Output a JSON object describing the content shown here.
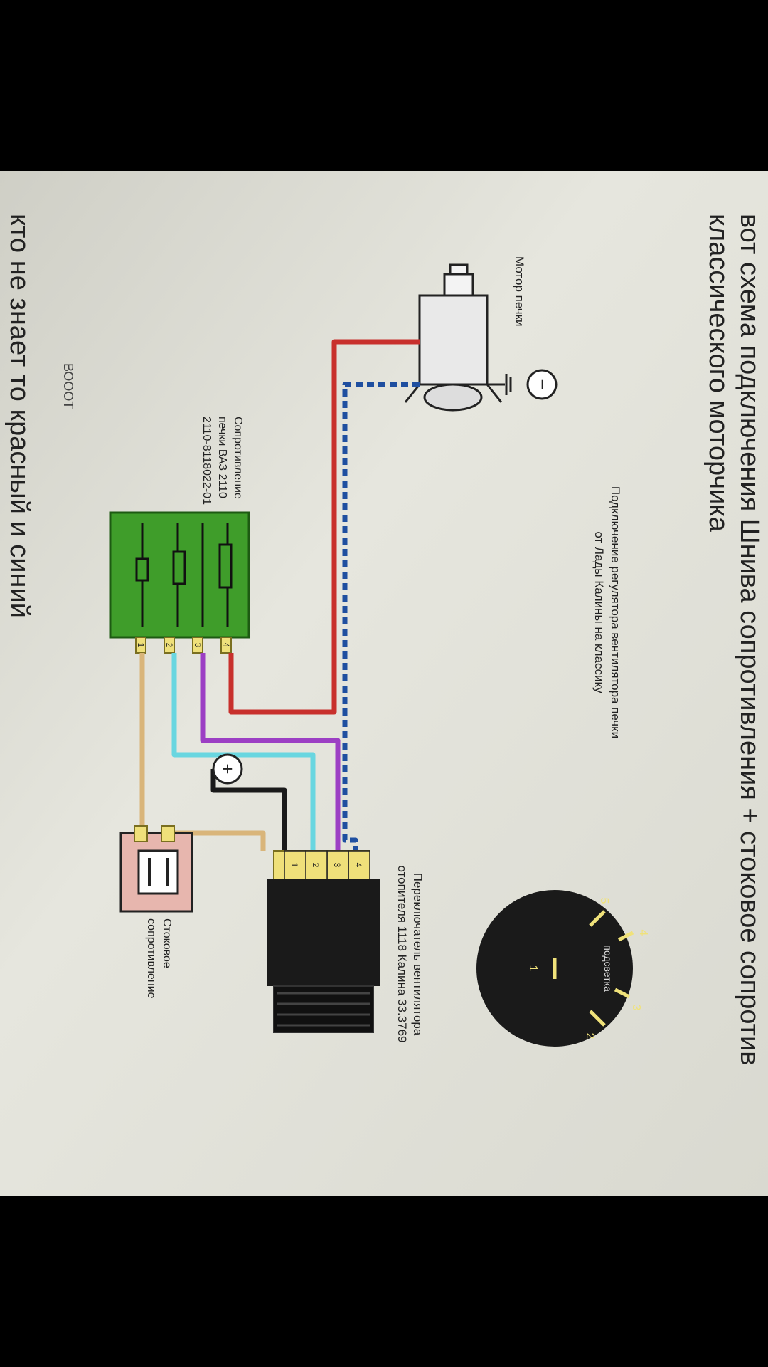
{
  "post": {
    "title_line1": "вот схема подключения Шнива сопротивления + стоковое сопротив",
    "title_line2": "классического моторчика",
    "footer_caption": "ВОООТ",
    "footer_text": "кто не знает то красный и синий"
  },
  "diagram": {
    "motor_label": "Мотор печки",
    "resistor_label_line1": "Сопротивление",
    "resistor_label_line2": "печки ВАЗ 2110",
    "resistor_label_line3": "2110-8118022-01",
    "connection_note_line1": "Подключение регулятора вентилятора печки",
    "connection_note_line2": "от Лады Калины на классику",
    "switch_label_line1": "Переключатель вентилятора",
    "switch_label_line2": "отопителя 1118 Калина 33.3769",
    "stock_resistor_label_line1": "Стоковое",
    "stock_resistor_label_line2": "сопротивление",
    "knob_label": "подсветка",
    "knob_positions": [
      "1",
      "2",
      "3",
      "4",
      "5"
    ],
    "resistor_pins": [
      "1",
      "2",
      "3",
      "4"
    ],
    "switch_pins": [
      "1",
      "2",
      "3",
      "4"
    ],
    "minus_symbol": "−",
    "plus_symbol": "+",
    "wire_colors": {
      "red": "#c8302c",
      "purple": "#9c3fc4",
      "cyan": "#69d6e0",
      "tan": "#d9b57a",
      "black": "#1a1a1a",
      "blue": "#1f4fa0"
    }
  }
}
